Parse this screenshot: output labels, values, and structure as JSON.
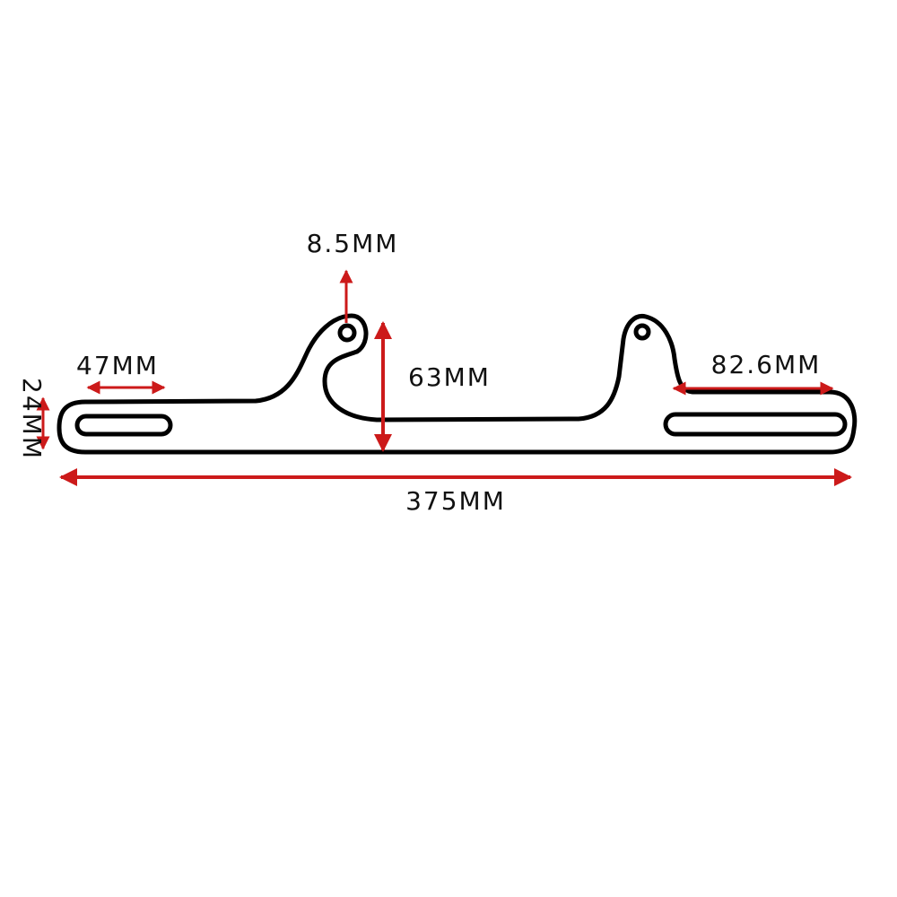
{
  "colors": {
    "dimension": "#cc1a1a",
    "outline": "#000000",
    "background": "#ffffff"
  },
  "dimensions": {
    "hole_diameter": "8.5MM",
    "left_slot_length": "47MM",
    "height": "63MM",
    "right_slot_length": "82.6MM",
    "strip_width": "24MM",
    "total_length": "375MM"
  }
}
